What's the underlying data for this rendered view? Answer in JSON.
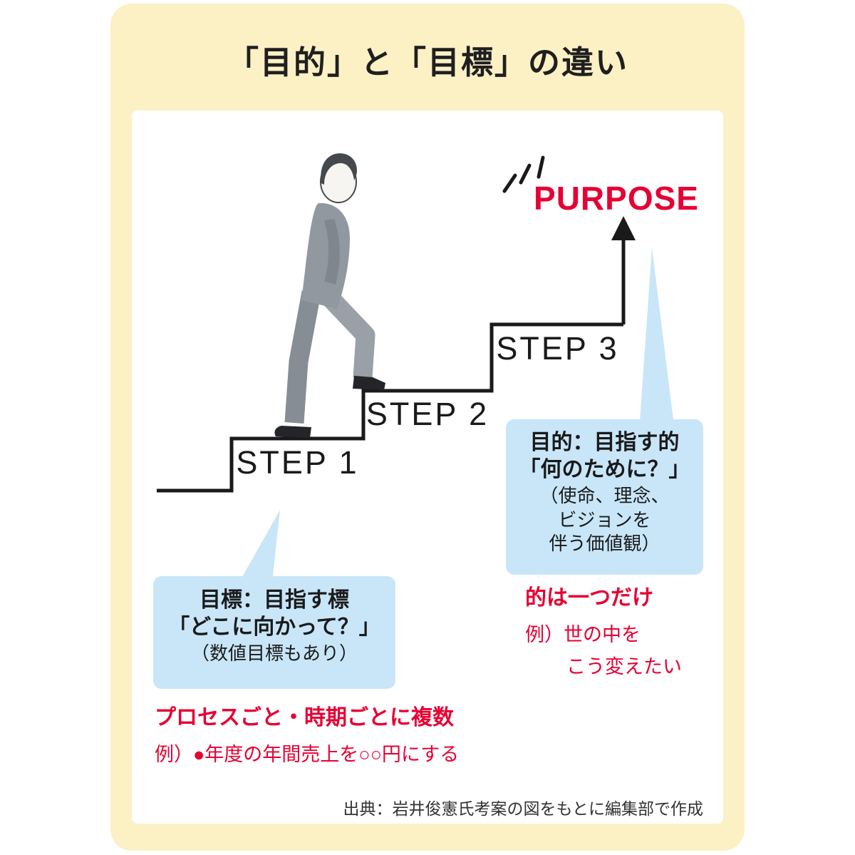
{
  "colors": {
    "frame_background": "#fcf0c5",
    "panel_background": "#ffffff",
    "accent_red": "#e60033",
    "bubble_blue": "#c8e6f8",
    "line_black": "#1a1a1a"
  },
  "title": "「目的」と「目標」の違い",
  "diagram": {
    "steps": [
      {
        "label": "STEP 1"
      },
      {
        "label": "STEP 2"
      },
      {
        "label": "STEP 3"
      }
    ],
    "purpose_label": "PURPOSE",
    "purpose_bubble": {
      "line1": "目的：目指す的",
      "line2": "「何のために？」",
      "line3": "（使命、理念、",
      "line4": "ビジョンを",
      "line5": "伴う価値観）"
    },
    "purpose_note": {
      "heading": "的は一つだけ",
      "example_line1": "例）世の中を",
      "example_line2": "こう変えたい"
    },
    "goal_bubble": {
      "line1": "目標：目指す標",
      "line2": "「どこに向かって？」",
      "line3": "（数値目標もあり）"
    },
    "goal_note": {
      "heading": "プロセスごと・時期ごとに複数",
      "example": "例）●年度の年間売上を○○円にする"
    }
  },
  "source": "出典：岩井俊憲氏考案の図をもとに編集部で作成"
}
